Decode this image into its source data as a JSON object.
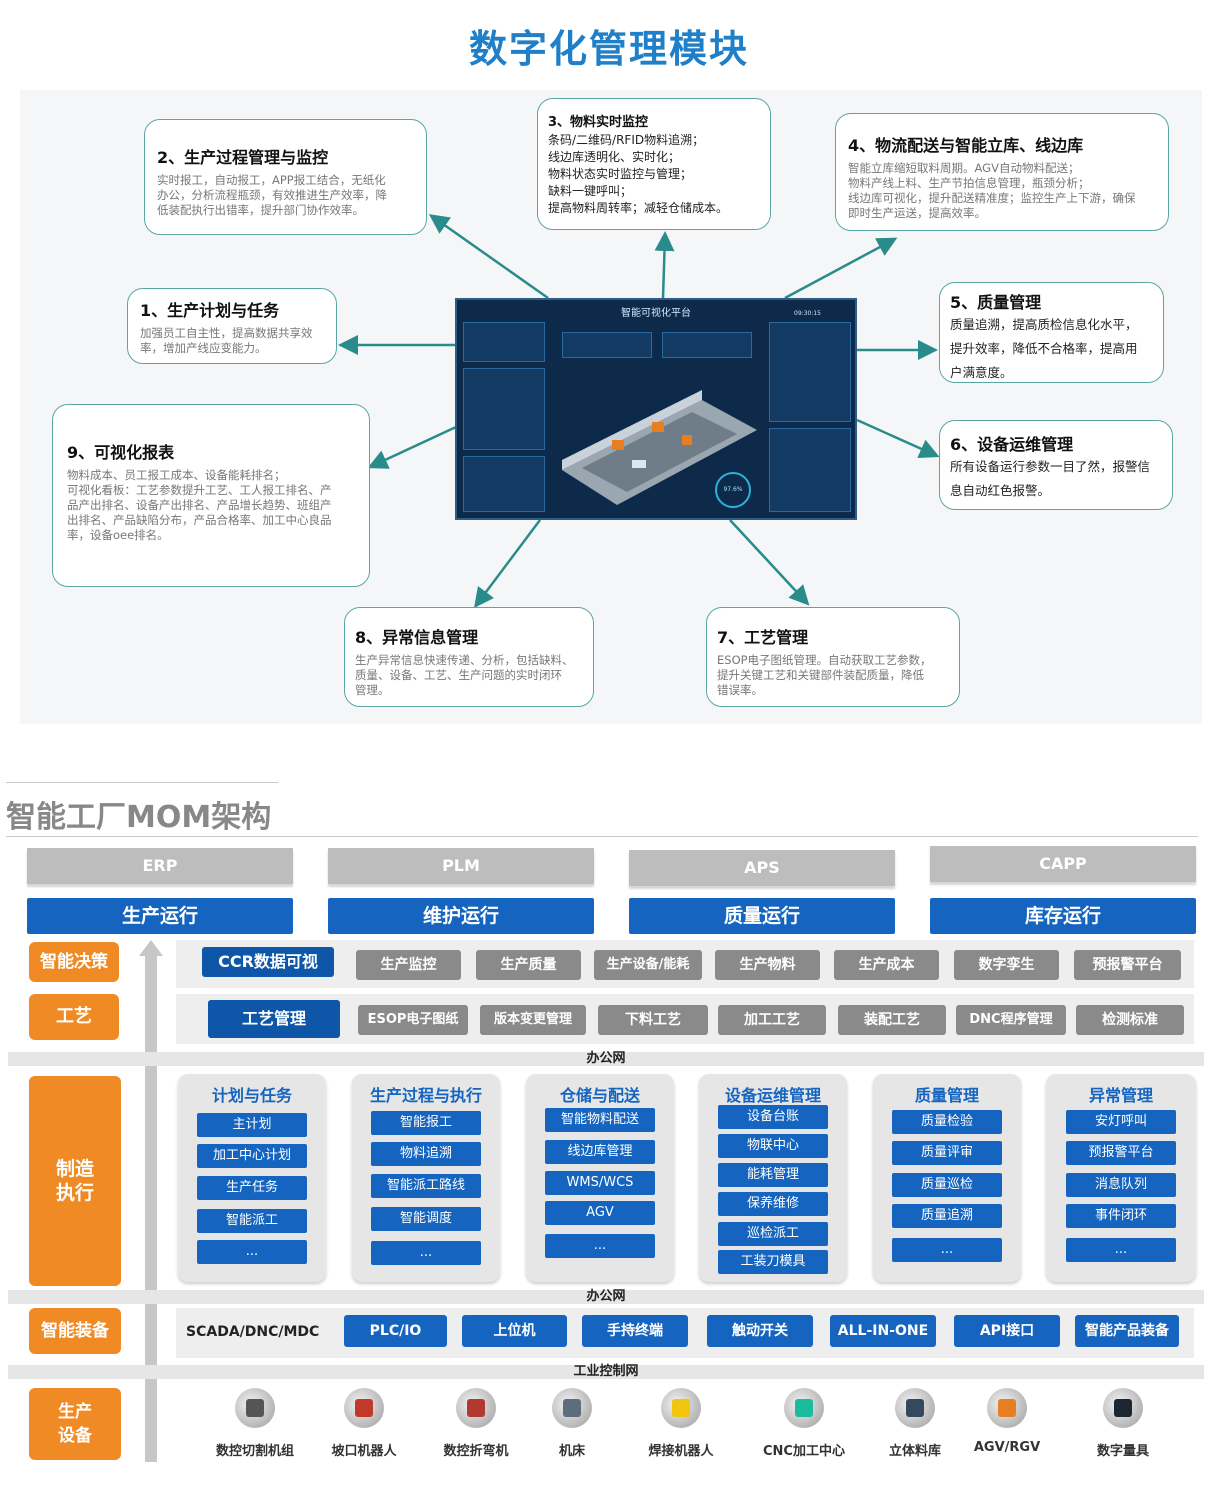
{
  "top": {
    "title": "数字化管理模块",
    "dashboard_title": "智能可视化平台",
    "dashboard_time": "09:30:15",
    "dashboard_gauge": "97.6%",
    "cards": [
      {
        "title": "1、生产计划与任务",
        "lines": [
          "加强员工自主性，提高数据共享效",
          "率，增加产线应变能力。"
        ]
      },
      {
        "title": "2、生产过程管理与监控",
        "lines": [
          "实时报工，自动报工，APP报工结合，无纸化",
          "办公，分析流程瓶颈，有效推进生产效率，降",
          "低装配执行出错率，提升部门协作效率。"
        ]
      },
      {
        "title": "3、物料实时监控",
        "lines": [
          "条码/二维码/RFID物料追溯；",
          "线边库透明化、实时化；",
          "物料状态实时监控与管理；",
          "缺料一键呼叫；",
          "提高物料周转率；减轻仓储成本。"
        ]
      },
      {
        "title": "4、物流配送与智能立库、线边库",
        "lines": [
          "智能立库缩短取料周期。AGV自动物料配送；",
          "物料产线上料、生产节拍信息管理，瓶颈分析；",
          "线边库可视化，提升配送精准度；监控生产上下游，确保",
          "即时生产运送，提高效率。"
        ]
      },
      {
        "title": "5、质量管理",
        "lines": [
          "质量追溯，提高质检信息化水平，",
          "提升效率，降低不合格率，提高用",
          "户满意度。"
        ]
      },
      {
        "title": "6、设备运维管理",
        "lines": [
          "所有设备运行参数一目了然，报警信",
          "息自动红色报警。"
        ]
      },
      {
        "title": "7、工艺管理",
        "lines": [
          "ESOP电子图纸管理。自动获取工艺参数，",
          "提升关键工艺和关键部件装配质量，降低",
          "错误率。"
        ]
      },
      {
        "title": "8、异常信息管理",
        "lines": [
          "生产异常信息快速传递、分析，包括缺料、",
          "质量、设备、工艺、生产问题的实时闭环",
          "管理。"
        ]
      },
      {
        "title": "9、可视化报表",
        "lines": [
          "物料成本、员工报工成本、设备能耗排名；",
          "可视化看板：工艺参数提升工艺、工人报工排名、产",
          "品产出排名、设备产出排名、产品增长趋势、班组产",
          "出排名、产品缺陷分布，产品合格率、加工中心良品",
          "率，设备oee排名。"
        ]
      }
    ]
  },
  "mom": {
    "title": "智能工厂MOM架构",
    "systems": [
      "ERP",
      "PLM",
      "APS",
      "CAPP"
    ],
    "operations": [
      "生产运行",
      "维护运行",
      "质量运行",
      "库存运行"
    ],
    "layers": {
      "decision": "智能决策",
      "process": "工艺",
      "execution": "制造\n执行",
      "equipment": "智能装备",
      "production": "生产\n设备"
    },
    "decision_items": [
      "CCR数据可视",
      "生产监控",
      "生产质量",
      "生产设备/能耗",
      "生产物料",
      "生产成本",
      "数字孪生",
      "预报警平台"
    ],
    "process_items": [
      "工艺管理",
      "ESOP电子图纸",
      "版本变更管理",
      "下料工艺",
      "加工工艺",
      "装配工艺",
      "DNC程序管理",
      "检测标准"
    ],
    "networks": [
      "办公网",
      "办公网",
      "工业控制网"
    ],
    "groups": [
      {
        "title": "计划与任务",
        "items": [
          "主计划",
          "加工中心计划",
          "生产任务",
          "智能派工",
          "..."
        ]
      },
      {
        "title": "生产过程与执行",
        "items": [
          "智能报工",
          "物料追溯",
          "智能派工路线",
          "智能调度",
          "..."
        ]
      },
      {
        "title": "仓储与配送",
        "items": [
          "智能物料配送",
          "线边库管理",
          "WMS/WCS",
          "AGV",
          "..."
        ]
      },
      {
        "title": "设备运维管理",
        "items": [
          "设备台账",
          "物联中心",
          "能耗管理",
          "保养维修",
          "巡检派工",
          "工装刀模具"
        ]
      },
      {
        "title": "质量管理",
        "items": [
          "质量检验",
          "质量评审",
          "质量巡检",
          "质量追溯",
          "..."
        ]
      },
      {
        "title": "异常管理",
        "items": [
          "安灯呼叫",
          "预报警平台",
          "消息队列",
          "事件闭环",
          "..."
        ]
      }
    ],
    "equipment_label": "SCADA/DNC/MDC",
    "equipment_items": [
      "PLC/IO",
      "上位机",
      "手持终端",
      "触动开关",
      "ALL-IN-ONE",
      "API接口",
      "智能产品装备"
    ],
    "devices": [
      {
        "label": "数控切割机组",
        "icon": "cutting-machine-icon",
        "color": "#555555"
      },
      {
        "label": "坡口机器人",
        "icon": "bevel-robot-icon",
        "color": "#c0392b"
      },
      {
        "label": "数控折弯机",
        "icon": "bending-machine-icon",
        "color": "#b03a2e"
      },
      {
        "label": "机床",
        "icon": "machine-tool-icon",
        "color": "#5d6d7e"
      },
      {
        "label": "焊接机器人",
        "icon": "welding-robot-icon",
        "color": "#f1c40f"
      },
      {
        "label": "CNC加工中心",
        "icon": "cnc-center-icon",
        "color": "#1abc9c"
      },
      {
        "label": "立体料库",
        "icon": "warehouse-icon",
        "color": "#34495e"
      },
      {
        "label": "AGV/RGV",
        "icon": "agv-icon",
        "color": "#e67e22"
      },
      {
        "label": "数字量具",
        "icon": "digital-gauge-icon",
        "color": "#1b2631"
      }
    ]
  }
}
